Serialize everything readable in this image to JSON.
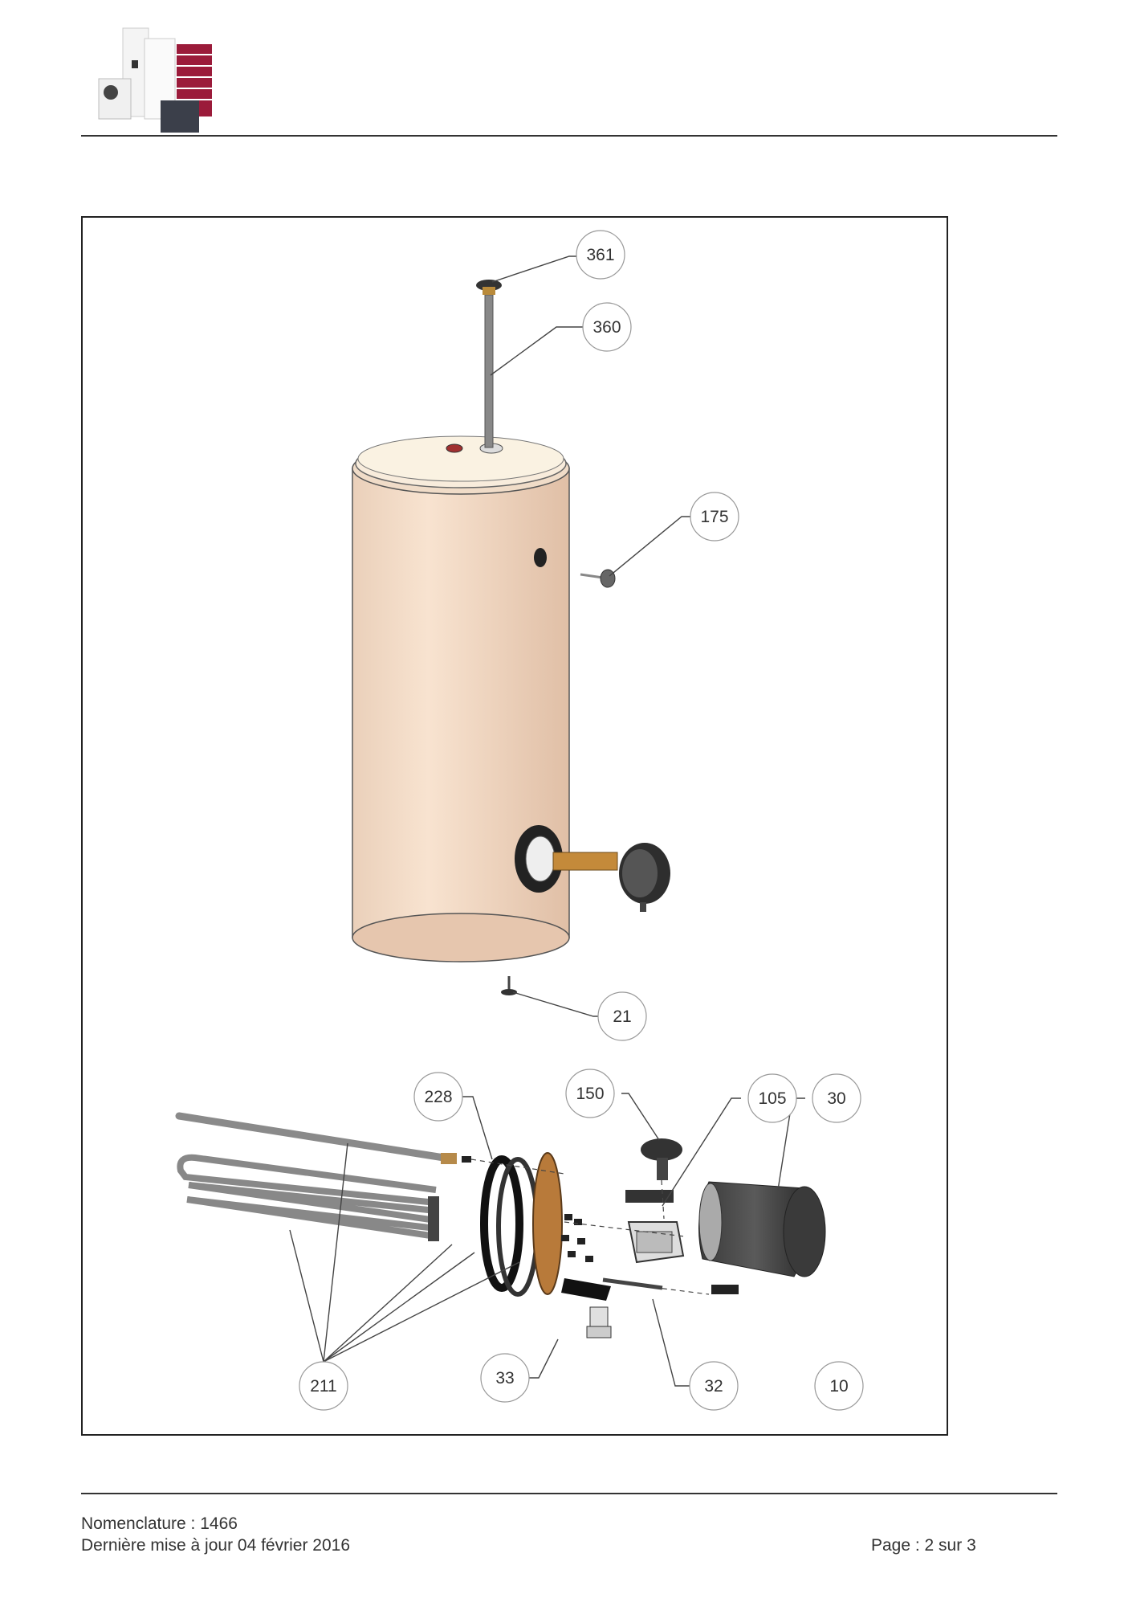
{
  "header": {
    "logo": "brand-logo"
  },
  "diagram": {
    "callouts": [
      {
        "id": "361",
        "label": "361"
      },
      {
        "id": "360",
        "label": "360"
      },
      {
        "id": "175",
        "label": "175"
      },
      {
        "id": "21",
        "label": "21"
      },
      {
        "id": "228",
        "label": "228"
      },
      {
        "id": "150",
        "label": "150"
      },
      {
        "id": "105",
        "label": "105"
      },
      {
        "id": "30",
        "label": "30"
      },
      {
        "id": "211",
        "label": "211"
      },
      {
        "id": "33",
        "label": "33"
      },
      {
        "id": "32",
        "label": "32"
      },
      {
        "id": "10",
        "label": "10"
      }
    ]
  },
  "footer": {
    "nomenclature": "Nomenclature : 1466",
    "last_update": "Dernière mise à jour 04 février 2016",
    "page": "Page : 2 sur 3"
  }
}
